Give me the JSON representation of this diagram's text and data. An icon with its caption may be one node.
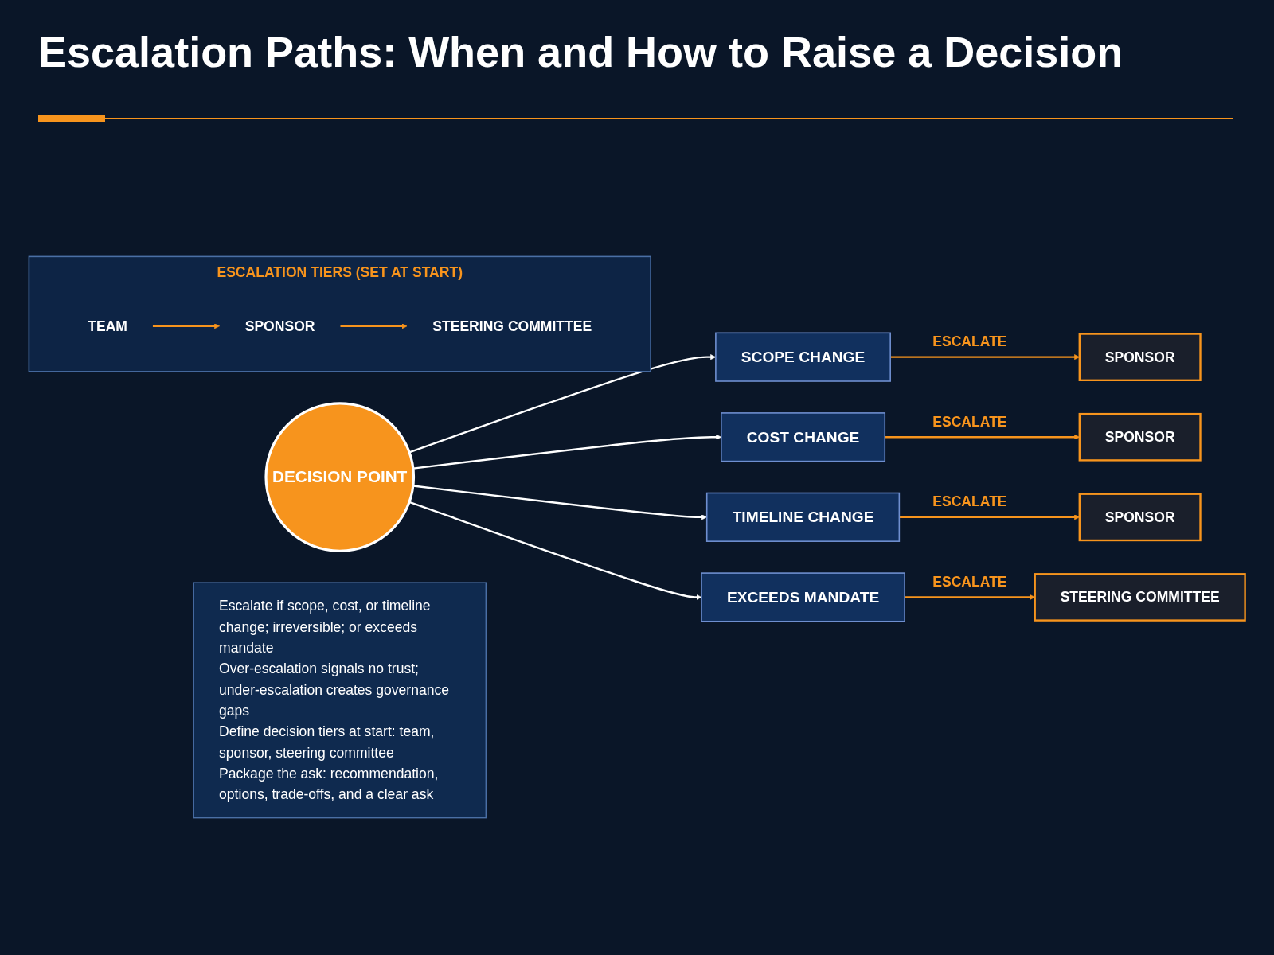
{
  "diagram": {
    "title": "Escalation Paths: When and How to Raise a Decision",
    "nodes": [
      {
        "text": [
          "DECISION POINT"
        ]
      },
      {
        "text": [
          "SCOPE CHANGE"
        ]
      },
      {
        "text": [
          "COST CHANGE"
        ]
      },
      {
        "text": [
          "TIMELINE CHANGE"
        ]
      },
      {
        "text": [
          "EXCEEDS MANDATE"
        ]
      },
      {
        "text": [
          "SPONSOR"
        ]
      },
      {
        "text": [
          "SPONSOR"
        ]
      },
      {
        "text": [
          "SPONSOR"
        ]
      },
      {
        "text": [
          "STEERING COMMITTEE"
        ]
      },
      {
        "text": [
          "ESCALATION TIERS (SET AT START)"
        ]
      },
      {
        "text": [
          "TEAM"
        ],
        "in": 9
      },
      {
        "text": [
          "SPONSOR"
        ],
        "in": 9
      },
      {
        "text": [
          "STEERING COMMITTEE"
        ],
        "in": 9
      },
      {
        "text": [
          "Escalate if scope, cost, or timeline change; irreversible; or exceeds mandate",
          "Over-escalation signals no trust; under-escalation creates governance gaps",
          "Define decision tiers at start: team, sponsor, steering committee",
          "Package the ask: recommendation, options, trade-offs, and a clear ask"
        ]
      }
    ],
    "edges": [
      {
        "from": 0,
        "to": 1,
        "arrow": "to",
        "color": "#ffffff"
      },
      {
        "from": 0,
        "to": 2,
        "arrow": "to",
        "color": "#ffffff"
      },
      {
        "from": 0,
        "to": 3,
        "arrow": "to",
        "color": "#ffffff"
      },
      {
        "from": 0,
        "to": 4,
        "arrow": "to",
        "color": "#ffffff"
      },
      {
        "from": 1,
        "to": 5,
        "arrow": "to",
        "label": "ESCALATE"
      },
      {
        "from": 2,
        "to": 6,
        "arrow": "to",
        "label": "ESCALATE"
      },
      {
        "from": 3,
        "to": 7,
        "arrow": "to",
        "label": "ESCALATE"
      },
      {
        "from": 4,
        "to": 8,
        "arrow": "to",
        "label": "ESCALATE"
      },
      {
        "from": 10,
        "to": 11,
        "arrow": "to"
      },
      {
        "from": 11,
        "to": 12,
        "arrow": "to"
      }
    ]
  }
}
